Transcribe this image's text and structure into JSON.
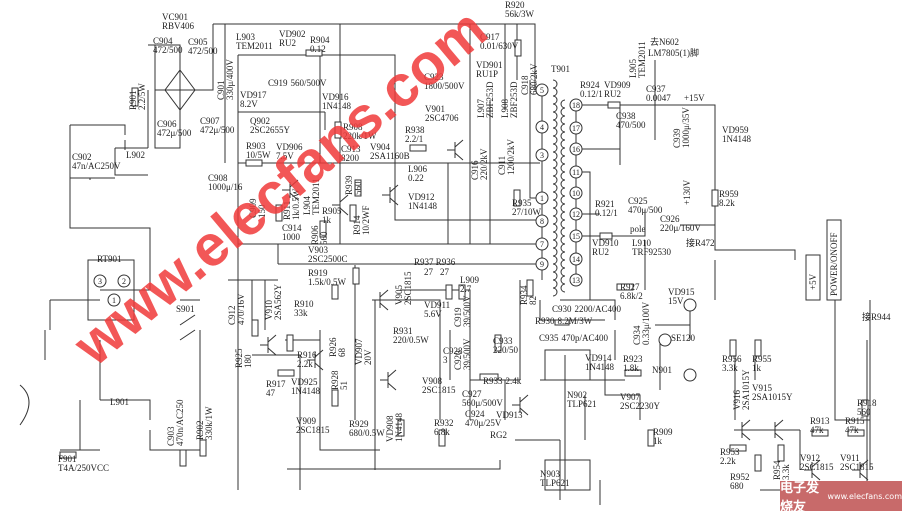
{
  "components": {
    "VC901": {
      "ref": "VC901",
      "value": "RBV406"
    },
    "C904": {
      "ref": "C904",
      "value": "472/500"
    },
    "C905": {
      "ref": "C905",
      "value": "472/500"
    },
    "R901": {
      "ref": "R901",
      "value": "2.2/5W"
    },
    "C901": {
      "ref": "C901",
      "value": "330μ/400V"
    },
    "C906": {
      "ref": "C906",
      "value": "472μ/500"
    },
    "C907": {
      "ref": "C907",
      "value": "472μ/500"
    },
    "L902": {
      "ref": "L902"
    },
    "C902": {
      "ref": "C902",
      "value": "47n/AC250V"
    },
    "L903": {
      "ref": "L903",
      "value": "TEM2011"
    },
    "VD902": {
      "ref": "VD902",
      "value": "RU2"
    },
    "R904": {
      "ref": "R904",
      "value": "0.12"
    },
    "C919a": {
      "ref": "C919",
      "value": "560/500V"
    },
    "VD917": {
      "ref": "VD917",
      "value": "8.2V"
    },
    "Q902": {
      "ref": "Q902",
      "value": "2SC2655Y"
    },
    "VD916": {
      "ref": "VD916",
      "value": "1N4148"
    },
    "R903": {
      "ref": "R903",
      "value": "10/5W"
    },
    "VD906": {
      "ref": "VD906",
      "value": "7.5V"
    },
    "C908": {
      "ref": "C908",
      "value": "1000μ/16"
    },
    "C909": {
      "ref": "C909",
      "value": "150"
    },
    "R911": {
      "ref": "R911",
      "value": "1k/0.5W"
    },
    "L904": {
      "ref": "L904",
      "value": "TEM2011"
    },
    "R905": {
      "ref": "R905",
      "value": "1k"
    },
    "C914": {
      "ref": "C914",
      "value": "1000"
    },
    "R906": {
      "ref": "R906",
      "value": "560"
    },
    "R908": {
      "ref": "R908",
      "value": "220k/1W"
    },
    "C913": {
      "ref": "C913",
      "value": "8200"
    },
    "V904": {
      "ref": "V904",
      "value": "2SA1160B"
    },
    "R939": {
      "ref": "R939",
      "value": "560"
    },
    "R914": {
      "ref": "R914",
      "value": "10/2WF"
    },
    "R938": {
      "ref": "R938",
      "value": "2.2/1"
    },
    "L906": {
      "ref": "L906",
      "value": "0.22"
    },
    "VD912": {
      "ref": "VD912",
      "value": "1N4148"
    },
    "C923": {
      "ref": "C923",
      "value": "1800/500V"
    },
    "V901": {
      "ref": "V901",
      "value": "2SC4706"
    },
    "R920": {
      "ref": "R920",
      "value": "56k/3W"
    },
    "C917": {
      "ref": "C917",
      "value": "0.01/630V"
    },
    "VD901": {
      "ref": "VD901",
      "value": "RU1P"
    },
    "L907": {
      "ref": "L907",
      "value": "ZBF253D"
    },
    "L908": {
      "ref": "L908",
      "value": "ZBF253D"
    },
    "C918": {
      "ref": "C918",
      "value": "680/2kV"
    },
    "C916": {
      "ref": "C916",
      "value": "220/2kV"
    },
    "C911": {
      "ref": "C911",
      "value": "1200/2kV"
    },
    "R935": {
      "ref": "R935",
      "value": "27/10W"
    },
    "T901": {
      "ref": "T901"
    },
    "R924": {
      "ref": "R924",
      "value": "0.12/1"
    },
    "VD909": {
      "ref": "VD909",
      "value": "RU2"
    },
    "L905": {
      "ref": "L905",
      "value": "TEM2011"
    },
    "C938": {
      "ref": "C938",
      "value": "470/500"
    },
    "C937": {
      "ref": "C937",
      "value": "0.0047"
    },
    "C939": {
      "ref": "C939",
      "value": "1000μ/35V"
    },
    "VD959": {
      "ref": "VD959",
      "value": "1N4148"
    },
    "R959": {
      "ref": "R959",
      "value": "8.2k"
    },
    "R921": {
      "ref": "R921",
      "value": "0.12/1"
    },
    "C925": {
      "ref": "C925",
      "value": "470μ/500"
    },
    "C926": {
      "ref": "C926",
      "value": "220μ/160V"
    },
    "VD910": {
      "ref": "VD910",
      "value": "RU2"
    },
    "L910": {
      "ref": "L910",
      "value": "TRF92530"
    },
    "V903": {
      "ref": "V903",
      "value": "2SC2500C"
    },
    "RT901": {
      "ref": "RT901"
    },
    "S901": {
      "ref": "S901"
    },
    "R919": {
      "ref": "R919",
      "value": "1.5k/0.5W"
    },
    "V905": {
      "ref": "V905",
      "value": "2SC1815"
    },
    "VD911": {
      "ref": "VD911",
      "value": "5.6V"
    },
    "L909": {
      "ref": "L909",
      "value": "2.7"
    },
    "R934": {
      "ref": "R934",
      "value": "82"
    },
    "C919b": {
      "ref": "C919",
      "value": "39/500V"
    },
    "C920": {
      "ref": "C920",
      "value": "39/500V"
    },
    "C930": {
      "ref": "C930",
      "value": "2200/AC400"
    },
    "R930": {
      "ref": "R930",
      "value": "8.2M/3W"
    },
    "C935": {
      "ref": "C935",
      "value": "470p/AC400"
    },
    "R927": {
      "ref": "R927",
      "value": "6.8k/2"
    },
    "VD915": {
      "ref": "VD915",
      "value": "15V"
    },
    "C934": {
      "ref": "C934",
      "value": "0.33μ/100V"
    },
    "SE120": {
      "ref": "SE120"
    },
    "N901": {
      "ref": "N901"
    },
    "C912": {
      "ref": "C912",
      "value": "470/16V"
    },
    "V910": {
      "ref": "V910",
      "value": "2SA562Y"
    },
    "R910": {
      "ref": "R910",
      "value": "33k"
    },
    "R925": {
      "ref": "R925",
      "value": "180"
    },
    "R916": {
      "ref": "R916",
      "value": "2.2k"
    },
    "R917": {
      "ref": "R917",
      "value": "47"
    },
    "VD925": {
      "ref": "VD925",
      "value": "1N4148"
    },
    "R926": {
      "ref": "R926",
      "value": "68"
    },
    "R928": {
      "ref": "R928",
      "value": "51"
    },
    "VD907": {
      "ref": "VD907",
      "value": "20V"
    },
    "R931": {
      "ref": "R931",
      "value": "220/0.5W"
    },
    "C928": {
      "ref": "C928",
      "value": "3"
    },
    "V908": {
      "ref": "V908",
      "value": "2SC1815"
    },
    "C927": {
      "ref": "C927",
      "value": "560μ/500V"
    },
    "VD913": {
      "ref": "VD913"
    },
    "C933": {
      "ref": "C933",
      "value": "220/50"
    },
    "R933": {
      "ref": "R933",
      "value": "2.4k"
    },
    "C924": {
      "ref": "C924",
      "value": "470μ/25V"
    },
    "R932": {
      "ref": "R932",
      "value": "6.8k"
    },
    "VD908": {
      "ref": "VD908",
      "value": "1N4148"
    },
    "V909": {
      "ref": "V909",
      "value": "2SC1815"
    },
    "R929": {
      "ref": "R929",
      "value": "680/0.5W"
    },
    "L901": {
      "ref": "L901"
    },
    "C903": {
      "ref": "C903",
      "value": "470n/AC250"
    },
    "R902": {
      "ref": "R902",
      "value": "330k/1W"
    },
    "F901": {
      "ref": "F901",
      "value": "T4A/250VCC"
    },
    "N902": {
      "ref": "N902",
      "value": "TLP621"
    },
    "VD914": {
      "ref": "VD914",
      "value": "1N4148"
    },
    "R923": {
      "ref": "R923",
      "value": "1.8k"
    },
    "V907": {
      "ref": "V907",
      "value": "2SC2230Y"
    },
    "R909": {
      "ref": "R909",
      "value": "1k"
    },
    "N903": {
      "ref": "N903",
      "value": "TLP621"
    },
    "R956": {
      "ref": "R956",
      "value": "3.3k"
    },
    "R955": {
      "ref": "R955",
      "value": "1k"
    },
    "V916": {
      "ref": "V916",
      "value": "2SA1015Y"
    },
    "V915": {
      "ref": "V915",
      "value": "2SA1015Y"
    },
    "R953": {
      "ref": "R953",
      "value": "2.2k"
    },
    "R952": {
      "ref": "R952",
      "value": "680"
    },
    "R954": {
      "ref": "R954",
      "value": "3.3k"
    },
    "R913": {
      "ref": "R913",
      "value": "47k"
    },
    "V912": {
      "ref": "V912",
      "value": "2SC1815"
    },
    "R915": {
      "ref": "R915",
      "value": "47k"
    },
    "V911": {
      "ref": "V911",
      "value": "2SC1815"
    },
    "R918": {
      "ref": "R918",
      "value": "560"
    }
  },
  "notes": {
    "to_n602": "去N602",
    "lm7805": "LM7805(1)脚",
    "plus15v": "+15V",
    "plus130v": "+130V",
    "to_r472": "接R472",
    "to_r944": "接R944",
    "pole": "pole",
    "r937_r936": "R937  R936",
    "v27a": "27",
    "v27b": "27",
    "rg2": "RG2",
    "plus5v_box": "+5V",
    "power_box": "POWER/ONOFF"
  },
  "transformer_pins": {
    "primary": [
      "5",
      "4",
      "3",
      "1",
      "8",
      "7",
      "9"
    ],
    "secondary": [
      "18",
      "17",
      "16",
      "11",
      "10",
      "12",
      "15",
      "14",
      "13"
    ]
  },
  "rt901_pins": [
    "3",
    "2",
    "1"
  ],
  "watermark": "www.elecfans.com",
  "logo": {
    "text": "电子发烧友",
    "site": "www.elecfans.com"
  },
  "colors": {
    "watermark": "#f03a3a",
    "wire": "#333333"
  }
}
